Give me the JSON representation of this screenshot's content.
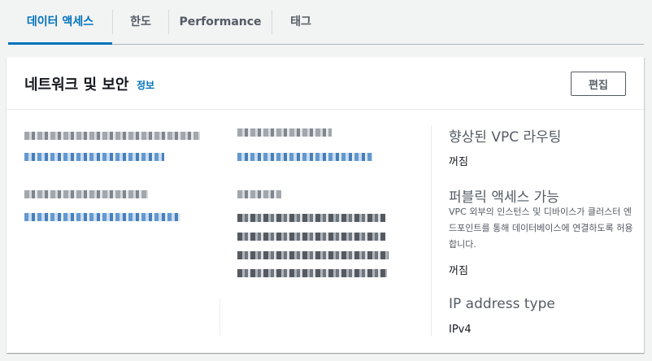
{
  "tabs": [
    {
      "label": "데이터 액세스",
      "active": true
    },
    {
      "label": "한도",
      "active": false
    },
    {
      "label": "Performance",
      "active": false
    },
    {
      "label": "태그",
      "active": false
    }
  ],
  "panel": {
    "title": "네트워크 및 보안",
    "info_link": "정보",
    "edit_button": "편집"
  },
  "right": {
    "enhanced_vpc_routing": {
      "label": "향상된 VPC 라우팅",
      "value": "꺼짐"
    },
    "public_access": {
      "label": "퍼블릭 액세스 가능",
      "description": "VPC 외부의 인스턴스 및 디바이스가 클러스터 엔드포인트를 통해 데이터베이스에 연결하도록 허용합니다.",
      "value": "꺼짐"
    },
    "ip_address_type": {
      "label": "IP address type",
      "value": "IPv4"
    }
  },
  "colors": {
    "accent": "#0073bb",
    "text": "#16191f",
    "muted": "#545b64",
    "background": "#f2f3f3"
  }
}
